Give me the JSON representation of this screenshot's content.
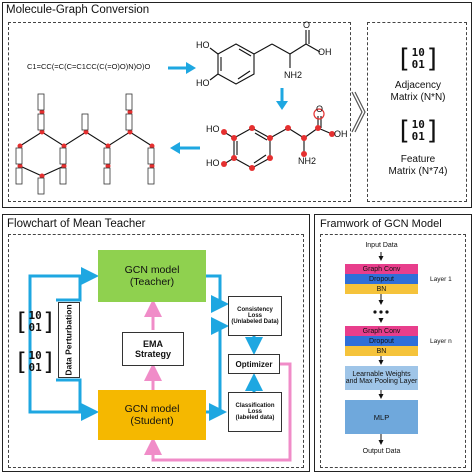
{
  "top_panel": {
    "title": "Molecule-Graph Conversion",
    "smiles": "C1=CC(=C(C=C1CC(C(=O)O)N)O)O",
    "atoms": {
      "ho1": "HO",
      "ho2": "HO",
      "oh": "OH",
      "o": "O",
      "nh2": "NH2",
      "ho3": "HO",
      "ho4": "HO",
      "oh2": "OH",
      "o2": "O",
      "nh2b": "NH2"
    },
    "adjacency": {
      "matrix_top": "10",
      "matrix_bottom": "01",
      "label_line1": "Adjacency",
      "label_line2": "Matrix (N*N)"
    },
    "feature": {
      "matrix_top": "10",
      "matrix_bottom": "01",
      "label_line1": "Feature",
      "label_line2": "Matrix (N*74)"
    }
  },
  "flow_panel": {
    "title": "Flowchart of Mean Teacher",
    "teacher": {
      "line1": "GCN model",
      "line2": "(Teacher)"
    },
    "student": {
      "line1": "GCN model",
      "line2": "(Student)"
    },
    "perturbation": "Data Perturbation",
    "ema": {
      "line1": "EMA",
      "line2": "Strategy"
    },
    "consistency": {
      "line1": "Consistency",
      "line2": "Loss",
      "line3": "(Unlabeled Data)"
    },
    "classification": {
      "line1": "Classification",
      "line2": "Loss",
      "line3": "(labeled data)"
    },
    "optimizer": "Optimizer",
    "matrix1": {
      "top": "10",
      "bottom": "01"
    },
    "matrix2": {
      "top": "10",
      "bottom": "01"
    },
    "colors": {
      "teacher": "#8fd14f",
      "student": "#f5b800",
      "arrow": "#1ea7e1",
      "pink": "#f08cc8"
    }
  },
  "gcn_panel": {
    "title": "Framwork of GCN Model",
    "input": "Input Data",
    "graph_conv1": "Graph Conv",
    "dropout1": "Dropout",
    "bn1": "BN",
    "layer1": "Layer 1",
    "graph_conv2": "Graph Conv",
    "dropout2": "Dropout",
    "bn2": "BN",
    "layern": "Layer n",
    "pooling": {
      "line1": "Learnable Weights",
      "line2": "and Max Pooling Layer"
    },
    "mlp": "MLP",
    "output": "Output Data",
    "colors": {
      "graph_conv": "#e83e8c",
      "dropout": "#2f6fd8",
      "bn": "#f5c33b",
      "pooling": "#9fc5e8",
      "mlp": "#6fa8dc"
    }
  }
}
